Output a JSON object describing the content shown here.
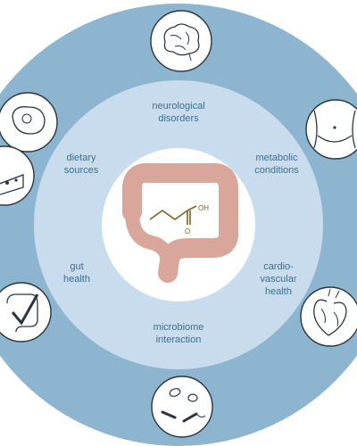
{
  "labels": {
    "top": "neurological\ndisorders",
    "left_upper": "dietary\nsources",
    "right_upper": "metabolic\nconditions",
    "left_lower": "gut\nhealth",
    "right_lower": "cardio-\nvascular\nhealth",
    "bottom": "microbiome\ninteraction"
  },
  "molecule_label": "OH",
  "molecule_o_label": "O",
  "colors": {
    "outer_ring": "#8db5cf",
    "inner_ring": "#c9dced",
    "center": "#ffffff",
    "colon": "#d8a69b",
    "molecule": "#7a6326",
    "label_text": "#3e6f8e",
    "icon_stroke": "#2a3540"
  },
  "icons": [
    "brain-icon",
    "steak-icon",
    "cheese-icon",
    "belly-icon",
    "gut-check-icon",
    "heart-icon",
    "bacteria-icon"
  ]
}
